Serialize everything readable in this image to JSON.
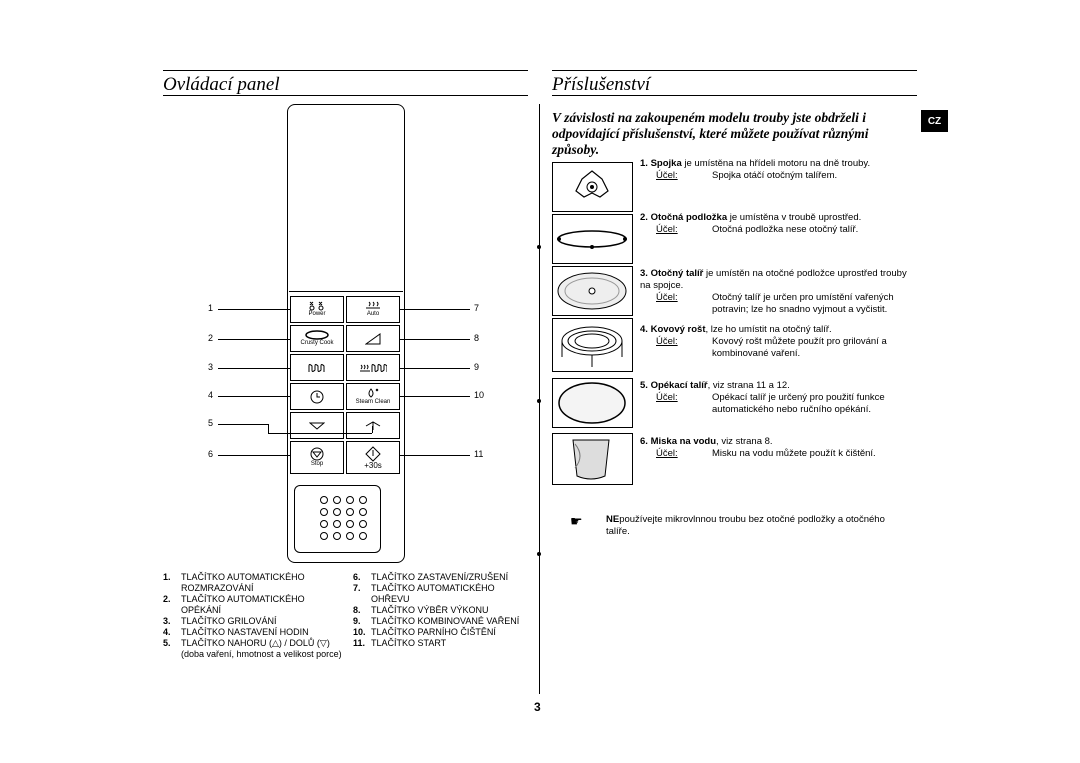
{
  "left_title": "Ovládací panel",
  "right_title": "Příslušenství",
  "lang_badge": "CZ",
  "intro": "V závislosti na zakoupeném modelu trouby jste obdrželi i odpovídající příslušenství, které můžete používat různými způsoby.",
  "panel": {
    "buttons": [
      {
        "label": "Power",
        "icon": "power-icon"
      },
      {
        "label": "Auto",
        "icon": "steam-auto-icon"
      },
      {
        "label": "Crusty Cook",
        "icon": "crusty-plate-icon"
      },
      {
        "label": "",
        "icon": "ramp-icon"
      },
      {
        "label": "",
        "icon": "grill-icon"
      },
      {
        "label": "",
        "icon": "combi-grill-icon"
      },
      {
        "label": "",
        "icon": "clock-icon"
      },
      {
        "label": "Steam Clean",
        "icon": "steam-clean-icon"
      },
      {
        "label": "",
        "icon": "down-arrow-icon"
      },
      {
        "label": "",
        "icon": "up-arrow-icon"
      },
      {
        "label": "Stop",
        "icon": "stop-icon"
      },
      {
        "label": "+30s",
        "icon": "start-icon"
      }
    ],
    "callouts_left": [
      "1",
      "2",
      "3",
      "4",
      "5",
      "6"
    ],
    "callouts_right": [
      "7",
      "8",
      "9",
      "10",
      "11"
    ]
  },
  "legend_left": [
    {
      "num": "1.",
      "text": "TLAČÍTKO AUTOMATICKÉHO ROZMRAZOVÁNÍ"
    },
    {
      "num": "2.",
      "text": "TLAČÍTKO AUTOMATICKÉHO OPÉKÁNÍ"
    },
    {
      "num": "3.",
      "text": "TLAČÍTKO GRILOVÁNÍ"
    },
    {
      "num": "4.",
      "text": "TLAČÍTKO NASTAVENÍ HODIN"
    },
    {
      "num": "5.",
      "text": "TLAČÍTKO NAHORU (△) / DOLŮ (▽) (doba vaření, hmotnost a velikost porce)"
    }
  ],
  "legend_right": [
    {
      "num": "6.",
      "text": "TLAČÍTKO ZASTAVENÍ/ZRUŠENÍ"
    },
    {
      "num": "7.",
      "text": "TLAČÍTKO AUTOMATICKÉHO OHŘEVU"
    },
    {
      "num": "8.",
      "text": "TLAČÍTKO VÝBĚR VÝKONU"
    },
    {
      "num": "9.",
      "text": "TLAČÍTKO KOMBINOVANÉ VAŘENÍ"
    },
    {
      "num": "10.",
      "text": "TLAČÍTKO PARNÍHO ČIŠTĚNÍ"
    },
    {
      "num": "11.",
      "text": "TLAČÍTKO START"
    }
  ],
  "accessories": [
    {
      "num": "1.",
      "name": "Spojka",
      "desc": " je umístěna na hřídeli motoru na dně trouby.",
      "use_label": "Účel:",
      "use": "Spojka otáčí otočným talířem."
    },
    {
      "num": "2.",
      "name": "Otočná podložka",
      "desc": " je umístěna v troubě uprostřed.",
      "use_label": "Účel:",
      "use": "Otočná podložka nese otočný talíř."
    },
    {
      "num": "3.",
      "name": "Otočný talíř",
      "desc": " je umístěn na otočné podložce uprostřed trouby na spojce.",
      "use_label": "Účel:",
      "use": "Otočný talíř je určen pro umístění vařených potravin; lze ho snadno vyjmout a vyčistit."
    },
    {
      "num": "4.",
      "name": "Kovový rošt",
      "desc": ", lze ho umístit na otočný talíř.",
      "use_label": "Účel:",
      "use": "Kovový rošt můžete použít pro grilování a kombinované vaření."
    },
    {
      "num": "5.",
      "name": "Opékací talíř",
      "desc": ", viz strana 11 a 12.",
      "use_label": "Účel:",
      "use": "Opékací talíř je určený pro použití funkce automatického nebo ručního opékání."
    },
    {
      "num": "6.",
      "name": "Miska na vodu",
      "desc": ", viz strana 8.",
      "use_label": "Účel:",
      "use": "Misku na vodu můžete použít k čištění."
    }
  ],
  "note": {
    "bold": "NE",
    "text": "používejte mikrovlnnou troubu bez otočné podložky a otočného talíře."
  },
  "page_number": "3"
}
